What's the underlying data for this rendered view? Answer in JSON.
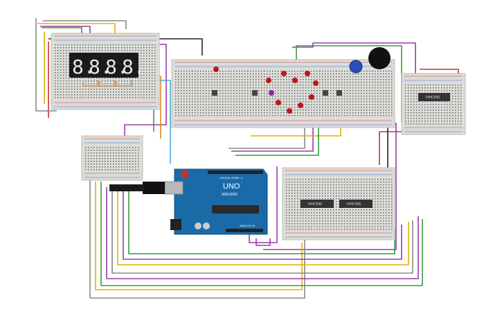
{
  "colors": {
    "board_fill": "#dcdcd8",
    "board_edge": "#bdbdb8",
    "hole": "#555555",
    "rail_red": "#d83a3a",
    "rail_blue": "#3a6fd8",
    "arduino": "#1a6aa8",
    "display": "#1b1b1b",
    "segment": "#e8e8e8",
    "chip": "#333333",
    "led_red": "#c0141c",
    "led_purple": "#8a2a9e",
    "buzzer": "#111111",
    "pot": "#2b4fb8"
  },
  "display": {
    "digits": [
      "8.",
      "8.",
      "8.",
      "8."
    ]
  },
  "chips": [
    {
      "label": "74HC595"
    },
    {
      "label": "74HC595"
    },
    {
      "label": "74HC595"
    }
  ],
  "arduino": {
    "model": "UNO",
    "brand": "ARDUINO",
    "header_digital": "DIGITAL (PWM ~)",
    "header_analog": "ANALOG IN"
  }
}
